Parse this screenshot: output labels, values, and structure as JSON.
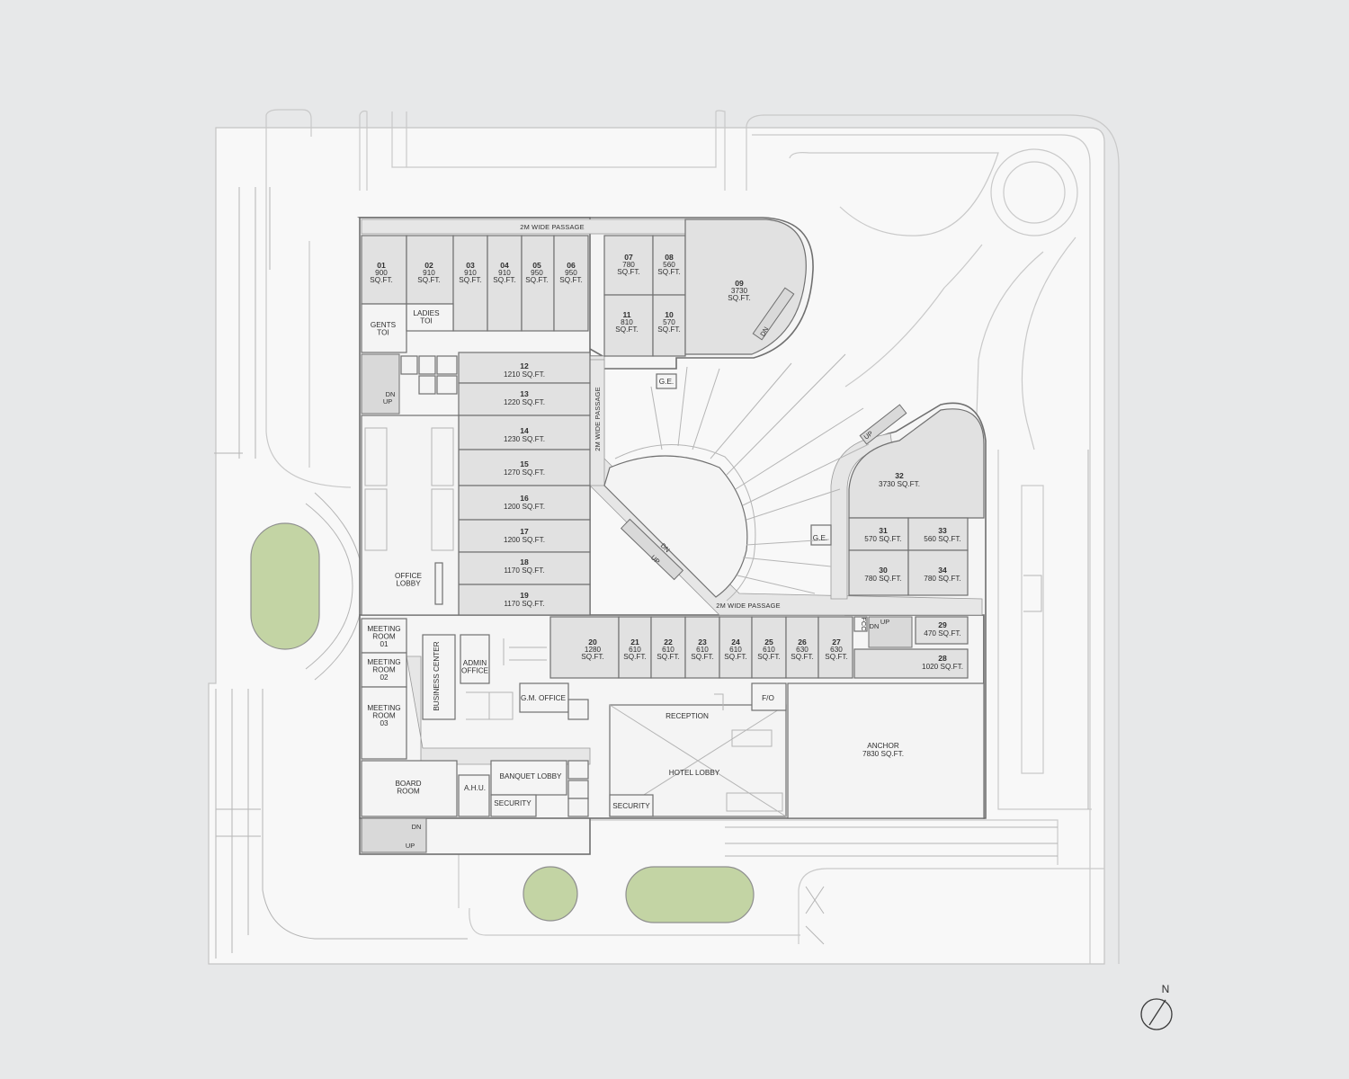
{
  "passages": {
    "north": "2M WIDE PASSAGE",
    "west": "2M WIDE PASSAGE",
    "south": "2M WIDE PASSAGE"
  },
  "north_arrow": "N",
  "units": [
    {
      "num": "01",
      "area": "900",
      "unit": "SQ.FT."
    },
    {
      "num": "02",
      "area": "910",
      "unit": "SQ.FT."
    },
    {
      "num": "03",
      "area": "910",
      "unit": "SQ.FT."
    },
    {
      "num": "04",
      "area": "910",
      "unit": "SQ.FT."
    },
    {
      "num": "05",
      "area": "950",
      "unit": "SQ.FT."
    },
    {
      "num": "06",
      "area": "950",
      "unit": "SQ.FT."
    },
    {
      "num": "07",
      "area": "780",
      "unit": "SQ.FT."
    },
    {
      "num": "08",
      "area": "560",
      "unit": "SQ.FT."
    },
    {
      "num": "09",
      "area": "3730",
      "unit": "SQ.FT."
    },
    {
      "num": "10",
      "area": "570",
      "unit": "SQ.FT."
    },
    {
      "num": "11",
      "area": "810",
      "unit": "SQ.FT."
    },
    {
      "num": "12",
      "area": "1210 SQ.FT."
    },
    {
      "num": "13",
      "area": "1220 SQ.FT."
    },
    {
      "num": "14",
      "area": "1230 SQ.FT."
    },
    {
      "num": "15",
      "area": "1270 SQ.FT."
    },
    {
      "num": "16",
      "area": "1200 SQ.FT."
    },
    {
      "num": "17",
      "area": "1200 SQ.FT."
    },
    {
      "num": "18",
      "area": "1170 SQ.FT."
    },
    {
      "num": "19",
      "area": "1170 SQ.FT."
    },
    {
      "num": "20",
      "area": "1280",
      "unit": "SQ.FT."
    },
    {
      "num": "21",
      "area": "610",
      "unit": "SQ.FT."
    },
    {
      "num": "22",
      "area": "610",
      "unit": "SQ.FT."
    },
    {
      "num": "23",
      "area": "610",
      "unit": "SQ.FT."
    },
    {
      "num": "24",
      "area": "610",
      "unit": "SQ.FT."
    },
    {
      "num": "25",
      "area": "610",
      "unit": "SQ.FT."
    },
    {
      "num": "26",
      "area": "630",
      "unit": "SQ.FT."
    },
    {
      "num": "27",
      "area": "630",
      "unit": "SQ.FT."
    },
    {
      "num": "28",
      "area": "1020 SQ.FT."
    },
    {
      "num": "29",
      "area": "470 SQ.FT."
    },
    {
      "num": "30",
      "area": "780 SQ.FT."
    },
    {
      "num": "31",
      "area": "570 SQ.FT."
    },
    {
      "num": "32",
      "area": "3730 SQ.FT."
    },
    {
      "num": "33",
      "area": "560 SQ.FT."
    },
    {
      "num": "34",
      "area": "780 SQ.FT."
    }
  ],
  "anchor": {
    "name": "ANCHOR",
    "area": "7830 SQ.FT."
  },
  "rooms": {
    "gents": [
      "GENTS",
      "TOI"
    ],
    "ladies": [
      "LADIES",
      "TOI"
    ],
    "office_lobby": [
      "OFFICE",
      "LOBBY"
    ],
    "meeting1": [
      "MEETING",
      "ROOM",
      "01"
    ],
    "meeting2": [
      "MEETING",
      "ROOM",
      "02"
    ],
    "meeting3": [
      "MEETING",
      "ROOM",
      "03"
    ],
    "business_center": "BUSINESS CENTER",
    "admin_office": [
      "ADMIN",
      "OFFICE"
    ],
    "gm_office": "G.M. OFFICE",
    "board_room": [
      "BOARD",
      "ROOM"
    ],
    "ahu": "A.H.U.",
    "banquet_lobby": "BANQUET LOBBY",
    "security1": "SECURITY",
    "security2": "SECURITY",
    "reception": "RECEPTION",
    "hotel_lobby": "HOTEL LOBBY",
    "fo": "F/O",
    "fcc": "FCC",
    "ge1": "G.E.",
    "ge2": "G.E."
  },
  "stairs": {
    "up": "UP",
    "dn": "DN"
  }
}
